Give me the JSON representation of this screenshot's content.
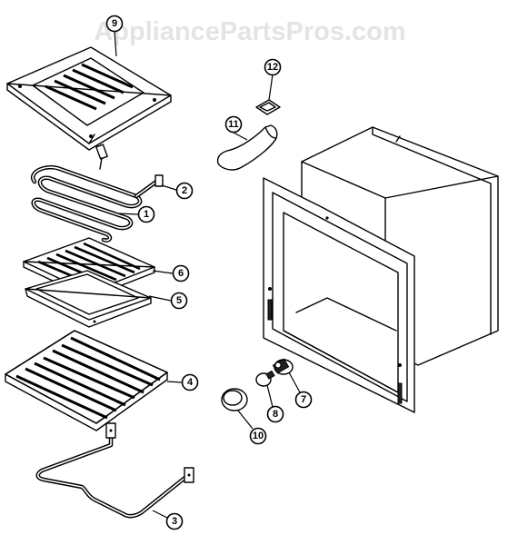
{
  "watermark": "AppliancePartsPros.com",
  "callouts": [
    {
      "label": "9"
    },
    {
      "label": "12"
    },
    {
      "label": "11"
    },
    {
      "label": "2"
    },
    {
      "label": "1"
    },
    {
      "label": "6"
    },
    {
      "label": "5"
    },
    {
      "label": "4"
    },
    {
      "label": "7"
    },
    {
      "label": "8"
    },
    {
      "label": "10"
    },
    {
      "label": "3"
    }
  ]
}
